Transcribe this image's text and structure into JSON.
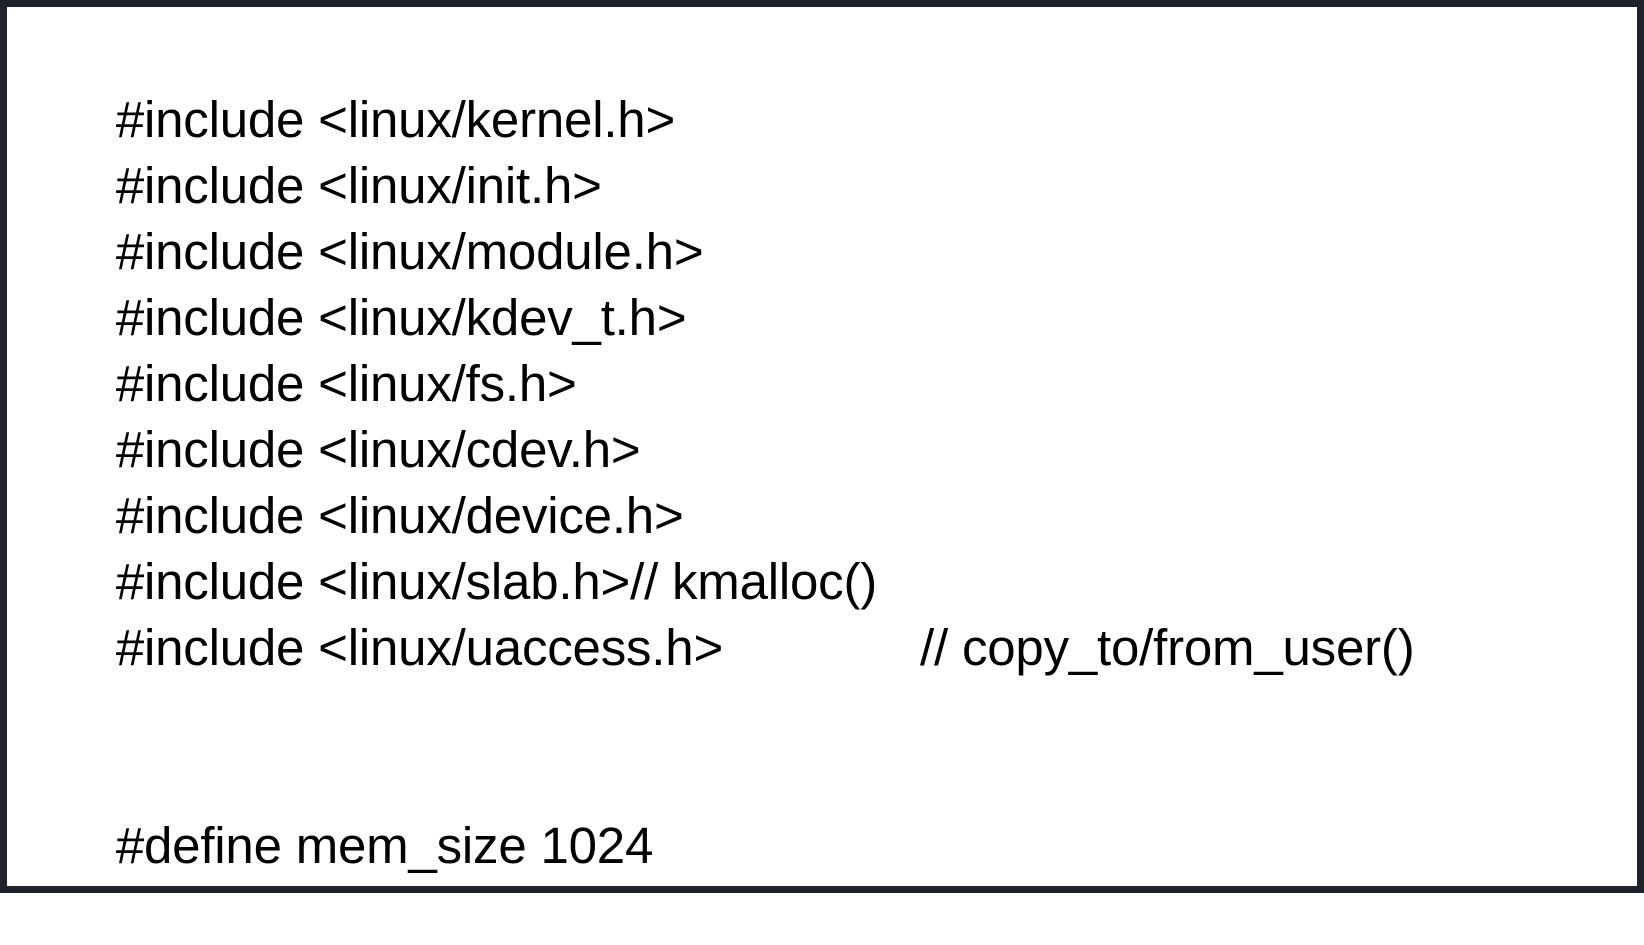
{
  "document": {
    "kind": "code-listing",
    "language": "c",
    "border_color": "#1e232b",
    "background_color": "#ffffff",
    "text_color": "#000000",
    "lines": [
      {
        "text": "#include <linux/kernel.h>",
        "comment": ""
      },
      {
        "text": "#include <linux/init.h>",
        "comment": ""
      },
      {
        "text": "#include <linux/module.h>",
        "comment": ""
      },
      {
        "text": "#include <linux/kdev_t.h>",
        "comment": ""
      },
      {
        "text": "#include <linux/fs.h>",
        "comment": ""
      },
      {
        "text": "#include <linux/cdev.h>",
        "comment": ""
      },
      {
        "text": "#include <linux/device.h>",
        "comment": ""
      },
      {
        "text": "#include <linux/slab.h>",
        "comment": "// kmalloc()"
      },
      {
        "text": "#include <linux/uaccess.h>",
        "comment": "// copy_to/from_user()"
      },
      {
        "text": "",
        "comment": ""
      },
      {
        "text": "#define mem_size 1024",
        "comment": ""
      }
    ]
  }
}
